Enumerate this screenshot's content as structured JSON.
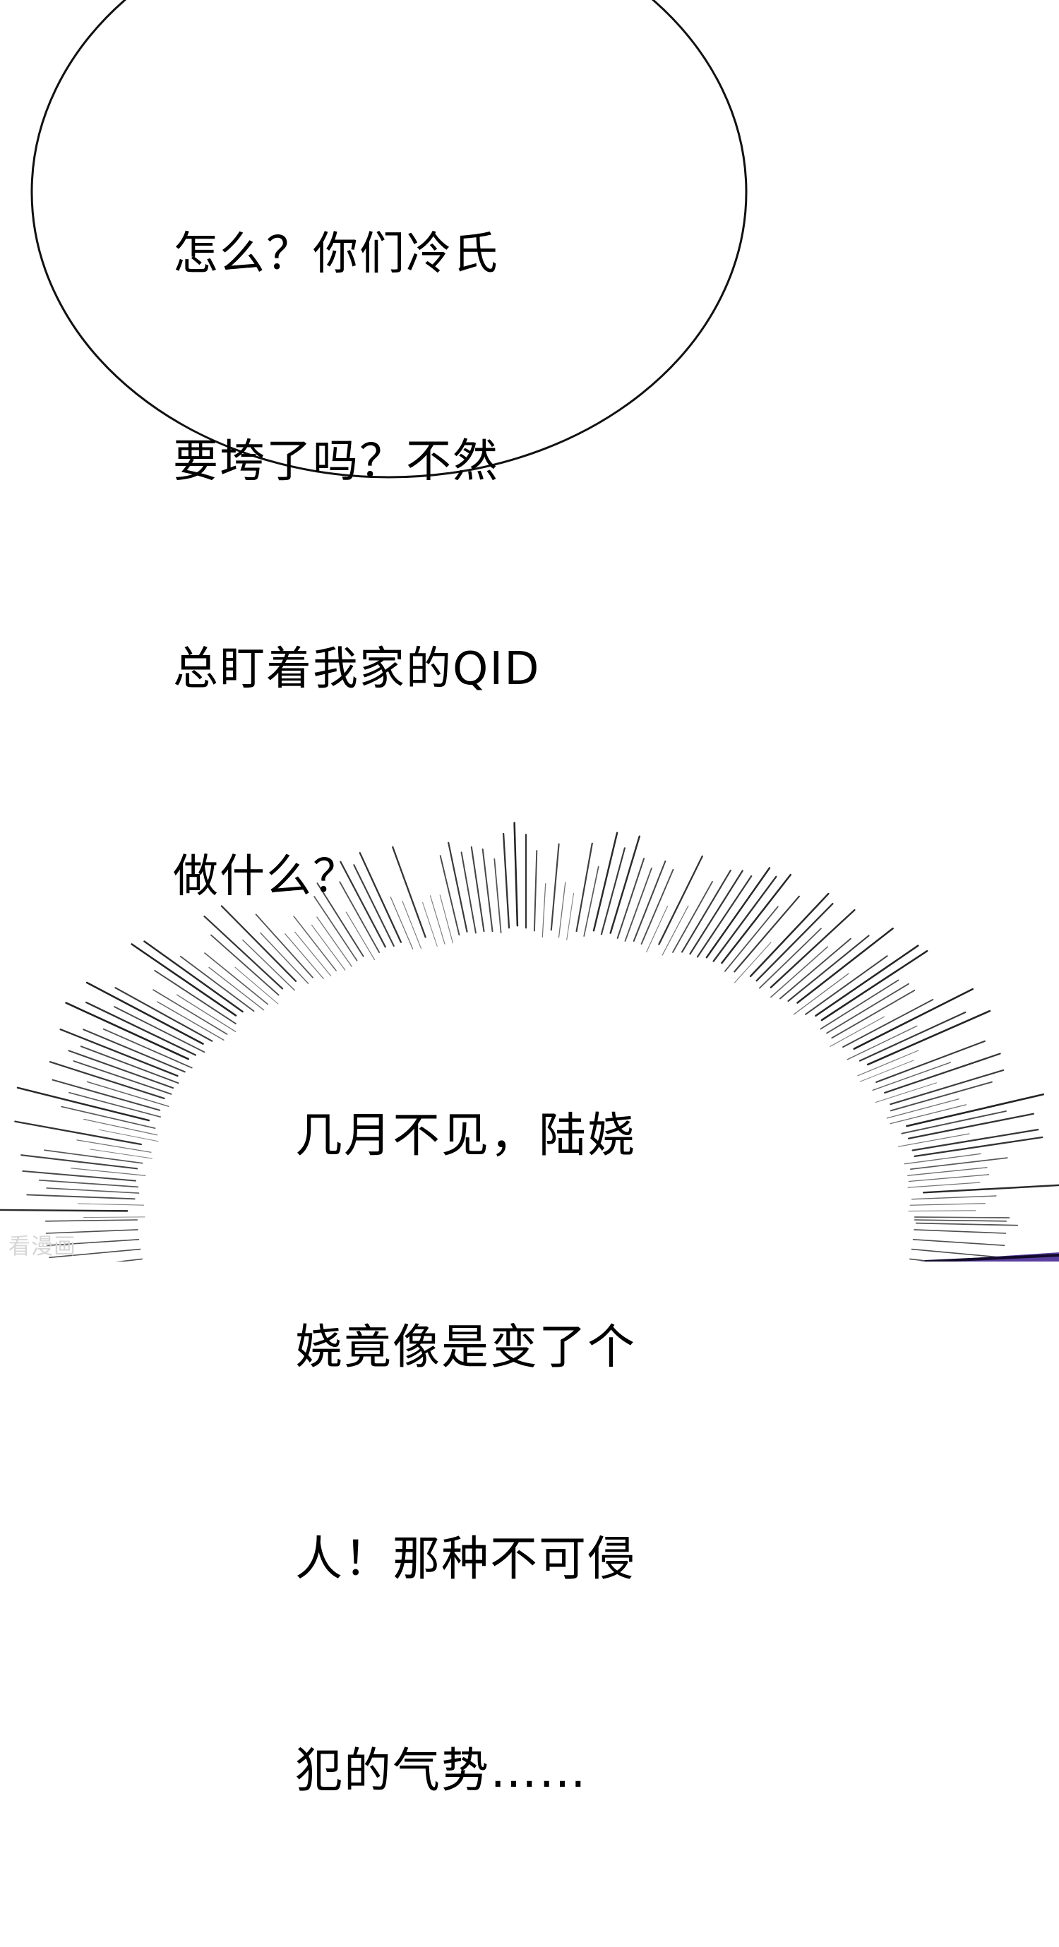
{
  "page": {
    "type": "comic-panel",
    "background": "#ffffff"
  },
  "speech_bubble": {
    "shape": "ellipse",
    "lines": [
      "怎么？你们冷氏",
      "要垮了吗？不然",
      "总盯着我家的QID",
      "做什么？"
    ]
  },
  "burst_bubble": {
    "shape": "radial-lines",
    "lines": [
      "几月不见，陆娆",
      "娆竟像是变了个",
      "人！那种不可侵",
      "犯的气势……"
    ]
  },
  "watermark": {
    "text": "看漫画",
    "color": "#d6d6d6"
  },
  "accent": {
    "corner_strip_color": "#5b3fa0"
  }
}
